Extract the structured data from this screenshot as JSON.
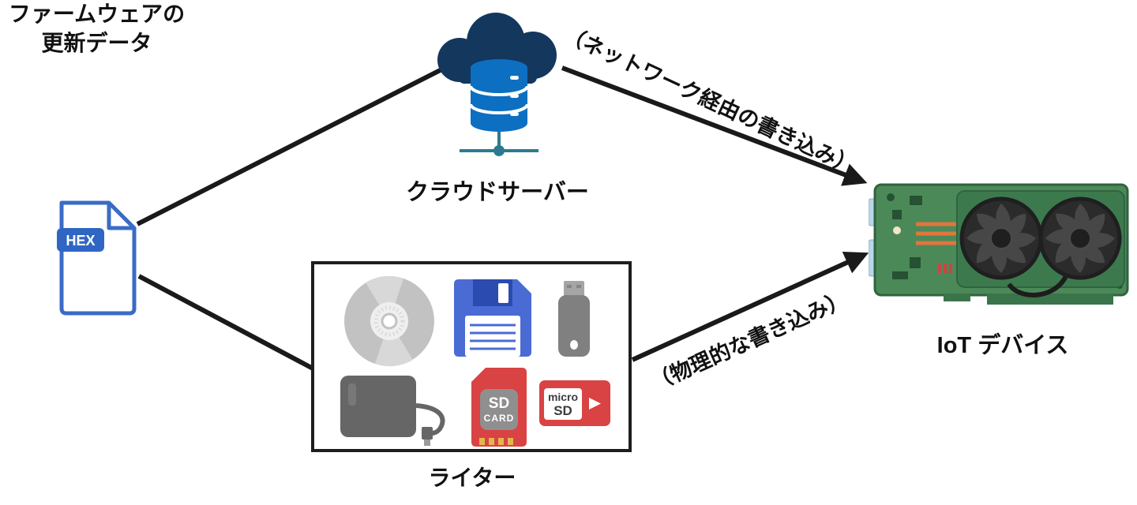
{
  "firmware_file": {
    "badge": "HEX",
    "label_lines": [
      "ファームウェアの",
      "更新データ"
    ]
  },
  "cloud_server": {
    "label": "クラウドサーバー"
  },
  "writer": {
    "label": "ライター",
    "sd_card_text": {
      "line1": "SD",
      "line2": "CARD"
    },
    "micro_sd_text": {
      "line1": "micro",
      "line2": "SD"
    }
  },
  "iot_device": {
    "label": "IoT デバイス"
  },
  "paths": {
    "network_write_label": "（ネットワーク経由の書き込み）",
    "physical_write_label": "（物理的な書き込み）"
  },
  "icons": {
    "firmware_file": "hex-file-icon",
    "cloud_server": "cloud-database-server-icon",
    "writer_media": [
      "cd-icon",
      "floppy-disk-icon",
      "usb-stick-icon",
      "external-hdd-icon",
      "sd-card-icon",
      "micro-sd-icon"
    ],
    "iot_device": "iot-circuit-board-icon"
  },
  "colors": {
    "document_blue": "#3a6bc6",
    "badge_blue": "#2f66c4",
    "cloud_navy": "#14375e",
    "database_blue": "#0d6fc1",
    "network_teal": "#2d7a8f",
    "floppy_blue": "#4a6bd4",
    "floppy_shutter_blue": "#2b4bb0",
    "sd_red": "#d94343",
    "pcb_green": "#4b8a58",
    "shroud_green": "#3c7a4e",
    "heatpipe_orange": "#e0763d",
    "arrow_black": "#1a1a1a"
  }
}
